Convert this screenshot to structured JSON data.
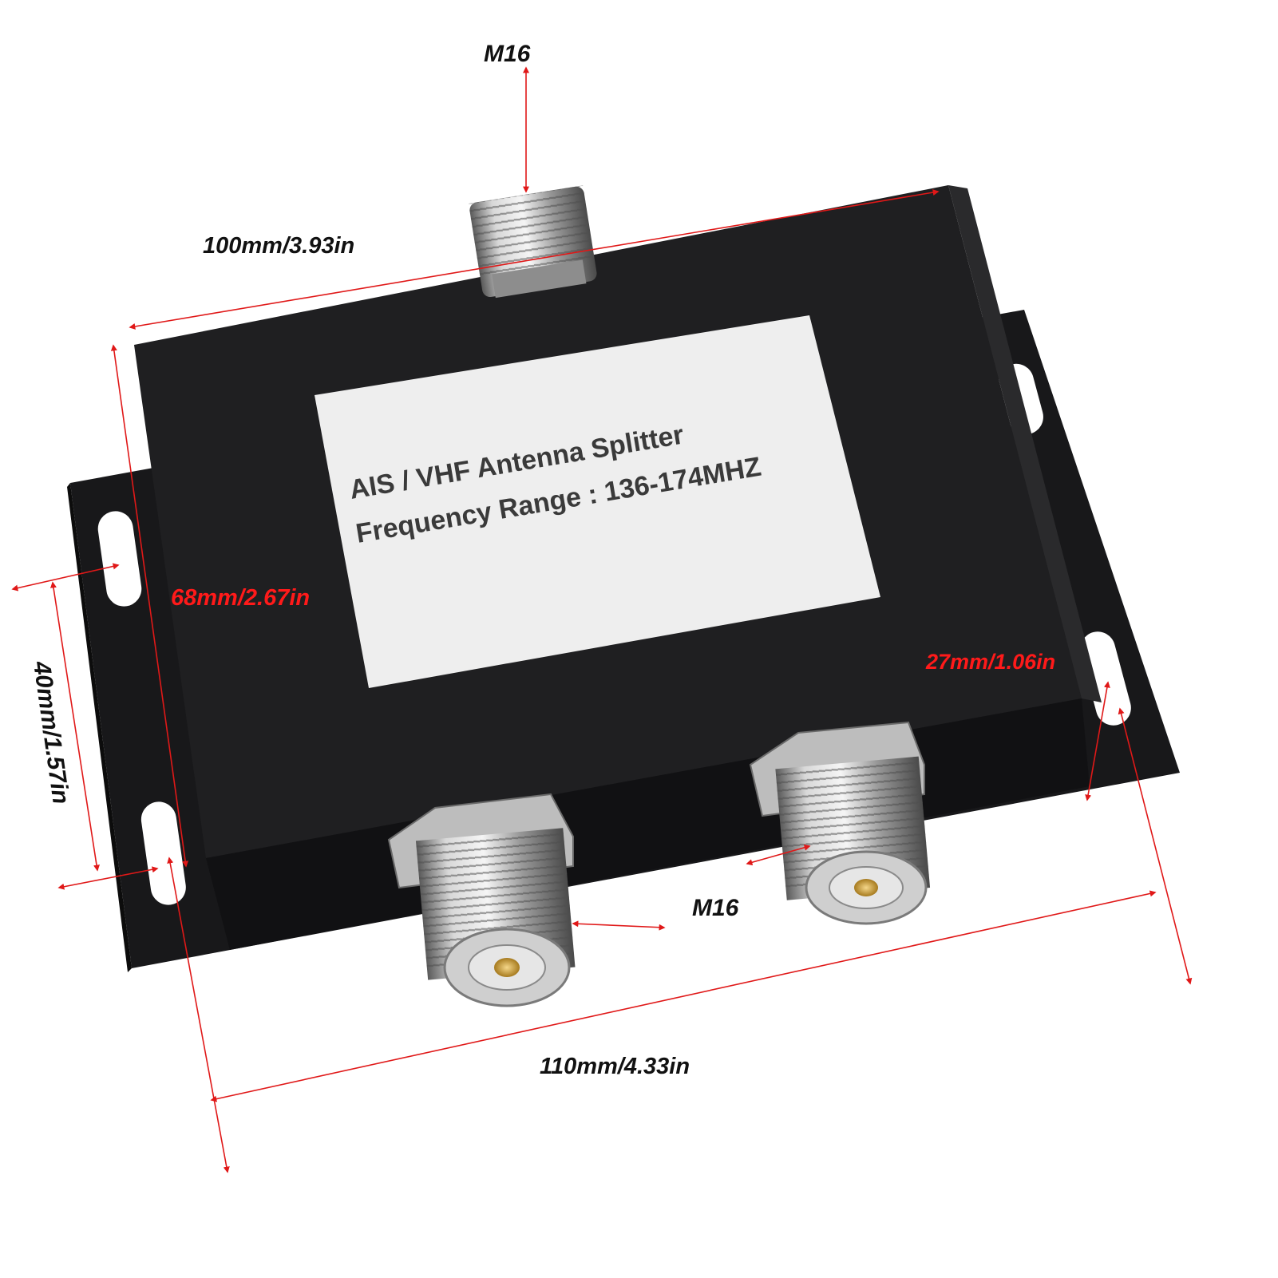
{
  "label": {
    "line1": "AIS / VHF Antenna Splitter",
    "line2": "Frequency Range : 136-174MHZ"
  },
  "dimensions": {
    "top_connector": "M16",
    "length": "100mm/3.93in",
    "width": "68mm/2.67in",
    "plate_width": "40mm/1.57in",
    "height": "27mm/1.06in",
    "bottom_connector": "M16",
    "plate_length": "110mm/4.33in"
  },
  "colors": {
    "arrow": "#e01818",
    "dim_dark": "#111111",
    "dim_red": "#ff1a1a",
    "box_top": "#1f1f21",
    "box_front": "#141416",
    "plate": "#18181a",
    "label_bg": "#eeeeee"
  }
}
